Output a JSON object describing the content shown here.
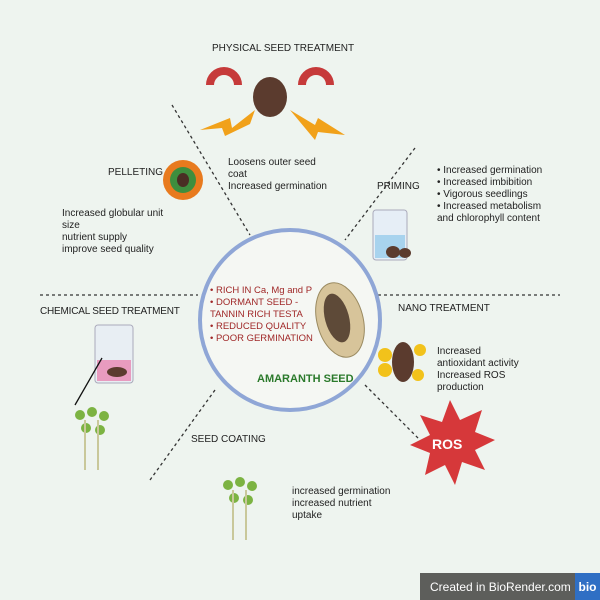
{
  "physical": {
    "title": "PHYSICAL SEED TREATMENT",
    "text": "Loosens outer seed\ncoat\nIncreased germination"
  },
  "pelleting": {
    "title": "PELLETING",
    "text": "Increased globular unit\nsize\nnutrient supply\nimprove seed quality"
  },
  "priming": {
    "title": "PRIMING",
    "text": "• Increased germination\n• Increased imbibition\n• Vigorous seedlings\n• Increased metabolism\n  and chlorophyll content"
  },
  "chemical": {
    "title": "CHEMICAL SEED TREATMENT"
  },
  "nano": {
    "title": "NANO TREATMENT",
    "text": "Increased\nantioxidant activity\nIncreased ROS\nproduction",
    "ros": "ROS"
  },
  "coating": {
    "title": "SEED COATING",
    "text": "increased germination\nincreased nutrient\nuptake"
  },
  "center": {
    "items": [
      "• RICH IN  Ca, Mg and P",
      "• DORMANT SEED -",
      "TANNIN RICH TESTA",
      "• REDUCED QUALITY",
      "• POOR GERMINATION"
    ],
    "label": "AMARANTH SEED"
  },
  "badge": {
    "text": "Created in BioRender.com",
    "logo": "bio"
  }
}
